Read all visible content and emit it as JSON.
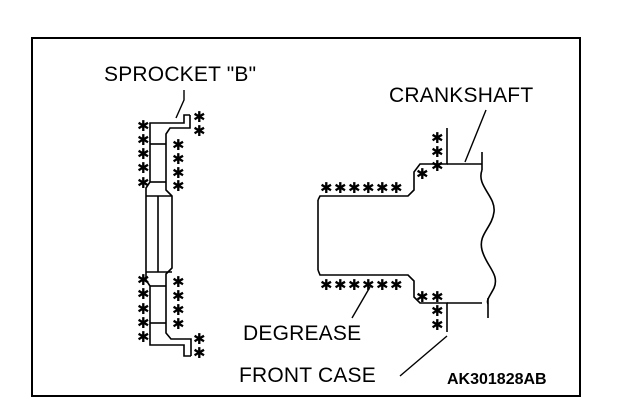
{
  "figure": {
    "labels": {
      "sprocket_b": "SPROCKET \"B\"",
      "crankshaft": "CRANKSHAFT",
      "degrease": "DEGREASE",
      "front_case": "FRONT CASE"
    },
    "figure_code": "AK301828AB",
    "degrease_mark": "✱",
    "line_color": "#000000",
    "background": "#ffffff"
  }
}
